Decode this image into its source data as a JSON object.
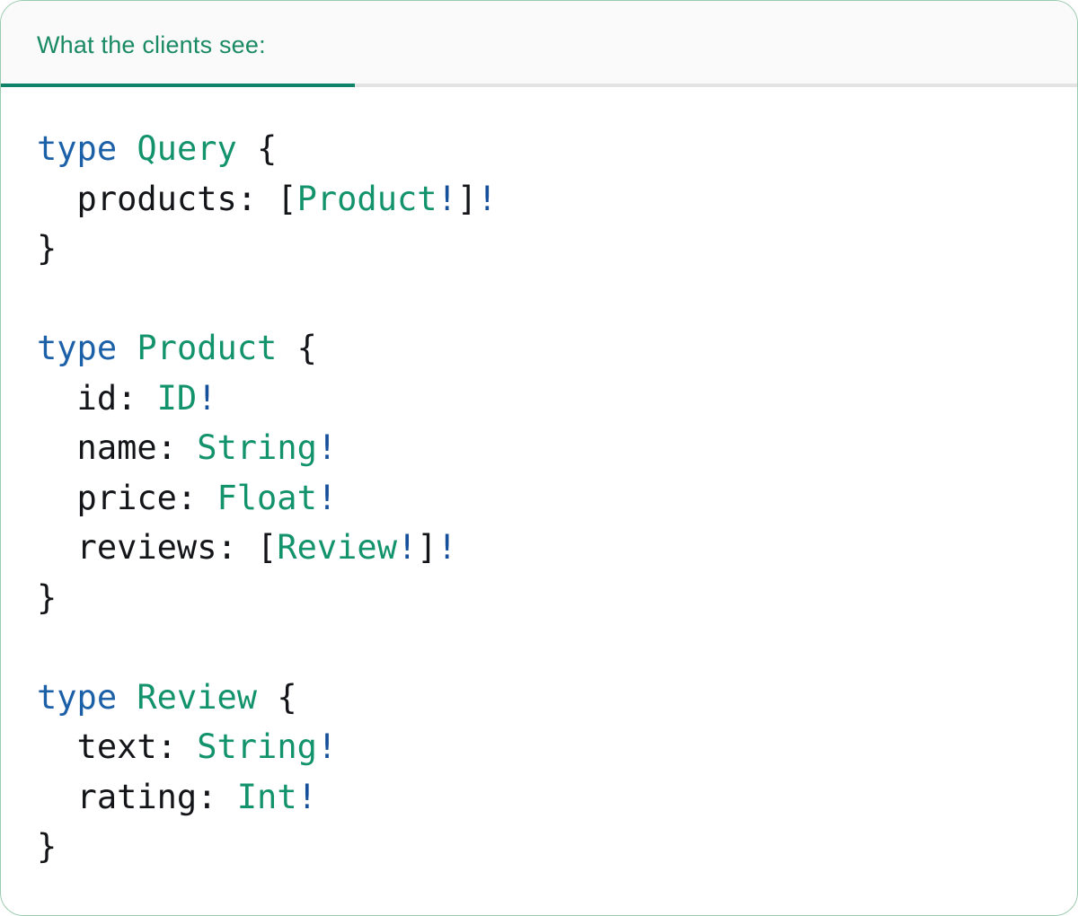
{
  "card": {
    "tab_label": "What the clients see:"
  },
  "colors": {
    "card_bg": "#ffffff",
    "card_border": "#9bcbae",
    "tab_bg": "#fafafa",
    "divider_gray": "#e3e3e3",
    "title_green": "#1a8a63",
    "underline_green": "#12836b",
    "accent_green": "#13936c",
    "keyword_blue": "#1c60a8",
    "bang_blue": "#17509a",
    "code_text": "#131519"
  },
  "code": {
    "lines": [
      [
        {
          "t": "type",
          "c": "kw"
        },
        {
          "t": " ",
          "c": "pl"
        },
        {
          "t": "Query",
          "c": "ty"
        },
        {
          "t": " {",
          "c": "pl"
        }
      ],
      [
        {
          "t": "  products: [",
          "c": "pl"
        },
        {
          "t": "Product",
          "c": "ty"
        },
        {
          "t": "!",
          "c": "bang"
        },
        {
          "t": "]",
          "c": "pl"
        },
        {
          "t": "!",
          "c": "bang"
        }
      ],
      [
        {
          "t": "}",
          "c": "pl"
        }
      ],
      [],
      [
        {
          "t": "type",
          "c": "kw"
        },
        {
          "t": " ",
          "c": "pl"
        },
        {
          "t": "Product",
          "c": "ty"
        },
        {
          "t": " {",
          "c": "pl"
        }
      ],
      [
        {
          "t": "  id: ",
          "c": "pl"
        },
        {
          "t": "ID",
          "c": "ty"
        },
        {
          "t": "!",
          "c": "bang"
        }
      ],
      [
        {
          "t": "  name: ",
          "c": "pl"
        },
        {
          "t": "String",
          "c": "ty"
        },
        {
          "t": "!",
          "c": "bang"
        }
      ],
      [
        {
          "t": "  price: ",
          "c": "pl"
        },
        {
          "t": "Float",
          "c": "ty"
        },
        {
          "t": "!",
          "c": "bang"
        }
      ],
      [
        {
          "t": "  reviews: [",
          "c": "pl"
        },
        {
          "t": "Review",
          "c": "ty"
        },
        {
          "t": "!",
          "c": "bang"
        },
        {
          "t": "]",
          "c": "pl"
        },
        {
          "t": "!",
          "c": "bang"
        }
      ],
      [
        {
          "t": "}",
          "c": "pl"
        }
      ],
      [],
      [
        {
          "t": "type",
          "c": "kw"
        },
        {
          "t": " ",
          "c": "pl"
        },
        {
          "t": "Review",
          "c": "ty"
        },
        {
          "t": " {",
          "c": "pl"
        }
      ],
      [
        {
          "t": "  text: ",
          "c": "pl"
        },
        {
          "t": "String",
          "c": "ty"
        },
        {
          "t": "!",
          "c": "bang"
        }
      ],
      [
        {
          "t": "  rating: ",
          "c": "pl"
        },
        {
          "t": "Int",
          "c": "ty"
        },
        {
          "t": "!",
          "c": "bang"
        }
      ],
      [
        {
          "t": "}",
          "c": "pl"
        }
      ]
    ]
  }
}
